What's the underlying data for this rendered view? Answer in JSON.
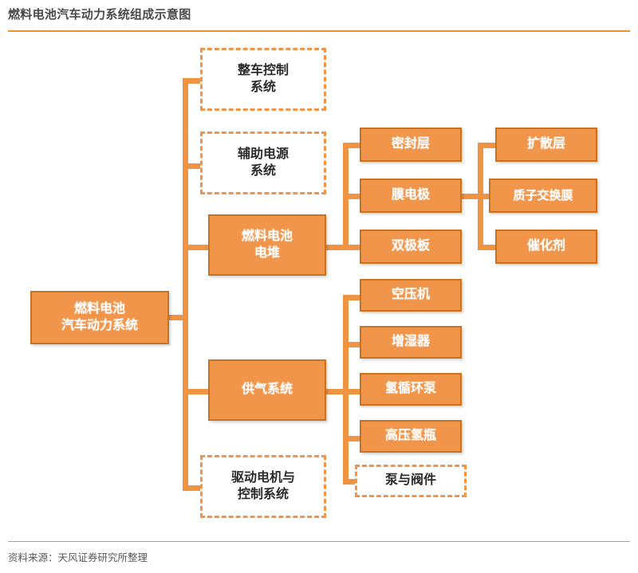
{
  "header": {
    "title": "燃料电池汽车动力系统组成示意图"
  },
  "footer": {
    "source": "资料来源：天风证券研究所整理"
  },
  "colors": {
    "accent": "#ef9443",
    "node_fill": "#f0954a",
    "node_border": "#c8731f",
    "node_text": "#ffffff",
    "dashed_border": "#f0954a",
    "dashed_text": "#2b2b2b",
    "title_text": "#4a4a4a",
    "rule": "#e8922f",
    "background": "#ffffff"
  },
  "diagram": {
    "type": "tree",
    "orientation": "left-to-right",
    "root": {
      "id": "root",
      "label": "燃料电池\n汽车动力系统",
      "style": "solid"
    },
    "level1": [
      {
        "id": "vehicle-control",
        "label": "整车控制\n系统",
        "style": "dashed"
      },
      {
        "id": "auxiliary-power",
        "label": "辅助电源\n系统",
        "style": "dashed"
      },
      {
        "id": "fuel-cell-stack",
        "label": "燃料电池\n电堆",
        "style": "solid"
      },
      {
        "id": "gas-supply",
        "label": "供气系统",
        "style": "solid"
      },
      {
        "id": "drive-motor",
        "label": "驱动电机与\n控制系统",
        "style": "dashed"
      }
    ],
    "level2_stack": [
      {
        "id": "sealing-layer",
        "label": "密封层",
        "style": "solid"
      },
      {
        "id": "membrane-electrode",
        "label": "膜电极",
        "style": "solid"
      },
      {
        "id": "bipolar-plate",
        "label": "双极板",
        "style": "solid"
      }
    ],
    "level3_mea": [
      {
        "id": "diffusion-layer",
        "label": "扩散层",
        "style": "solid"
      },
      {
        "id": "proton-exchange-membrane",
        "label": "质子交换膜",
        "style": "solid"
      },
      {
        "id": "catalyst",
        "label": "催化剂",
        "style": "solid"
      }
    ],
    "level2_gas": [
      {
        "id": "air-compressor",
        "label": "空压机",
        "style": "solid"
      },
      {
        "id": "humidifier",
        "label": "增湿器",
        "style": "solid"
      },
      {
        "id": "hydrogen-circulation-pump",
        "label": "氢循环泵",
        "style": "solid"
      },
      {
        "id": "high-pressure-hydrogen-tank",
        "label": "高压氢瓶",
        "style": "solid"
      },
      {
        "id": "pumps-and-valves",
        "label": "泵与阀件",
        "style": "dashed"
      }
    ]
  }
}
